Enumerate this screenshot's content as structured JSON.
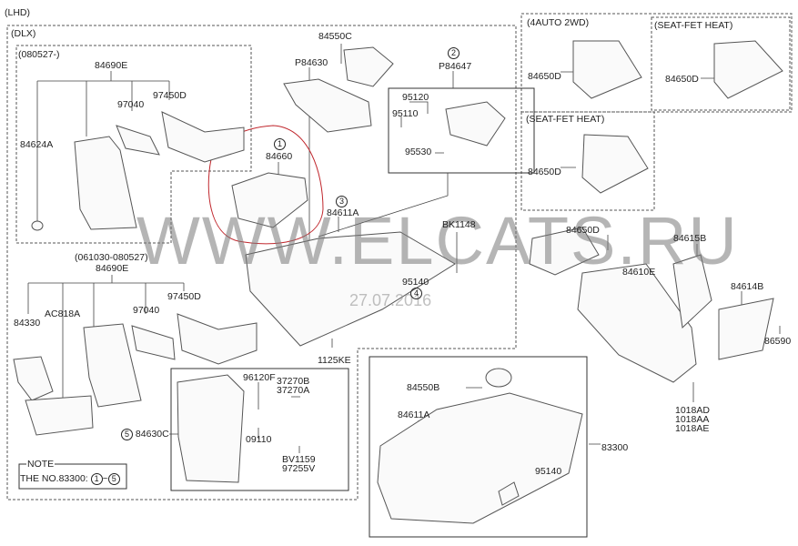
{
  "sections": {
    "lhd": "(LHD)",
    "dlx": "(DLX)",
    "late": "(080527-)",
    "early": "(061030-080527)",
    "auto2wd": "(4AUTO 2WD)",
    "seat_heat_1": "(SEAT-FET HEAT)",
    "seat_heat_2": "(SEAT-FET HEAT)"
  },
  "parts": {
    "p84550C": "84550C",
    "pP84630": "P84630",
    "pP84647": "P84647",
    "c2": "2",
    "p95120": "95120",
    "p95110": "95110",
    "p95530": "95530",
    "c1": "1",
    "p84660": "84660",
    "c3": "3",
    "p84611A_top": "84611A",
    "p84690E_a": "84690E",
    "p97040_a": "97040",
    "p97450D_a": "97450D",
    "p84624A": "84624A",
    "p84690E_b": "84690E",
    "p97450D_b": "97450D",
    "p97040_b": "97040",
    "pAC818A": "AC818A",
    "p84330": "84330",
    "p1125KE": "1125KE",
    "p96120F": "96120F",
    "p37270B": "37270B",
    "p37270A": "37270A",
    "p09110": "09110",
    "pBV1159": "BV1159",
    "p97255V": "97255V",
    "c5": "5",
    "p84630C": "84630C",
    "pBK1148": "BK1148",
    "p95140_a": "95140",
    "c4": "4",
    "p84650D_a": "84650D",
    "p84650D_b": "84650D",
    "p84650D_c": "84650D",
    "p84650D_d": "84650D",
    "p84615B": "84615B",
    "p84610E": "84610E",
    "p84614B": "84614B",
    "p86590": "86590",
    "p1018AD": "1018AD",
    "p1018AA": "1018AA",
    "p1018AE": "1018AE",
    "p84550B": "84550B",
    "p84611A_bot": "84611A",
    "p83300": "83300",
    "p95140_b": "95140"
  },
  "note": {
    "title": "NOTE",
    "text": "THE NO.83300:",
    "from": "1",
    "tilde": "~",
    "to": "5"
  },
  "watermark": {
    "site": "WWW.ELCATS.RU",
    "date": "27.07.2016"
  },
  "colors": {
    "line": "#333333",
    "highlight": "#c0272d",
    "watermark": "#8a8a8a"
  }
}
